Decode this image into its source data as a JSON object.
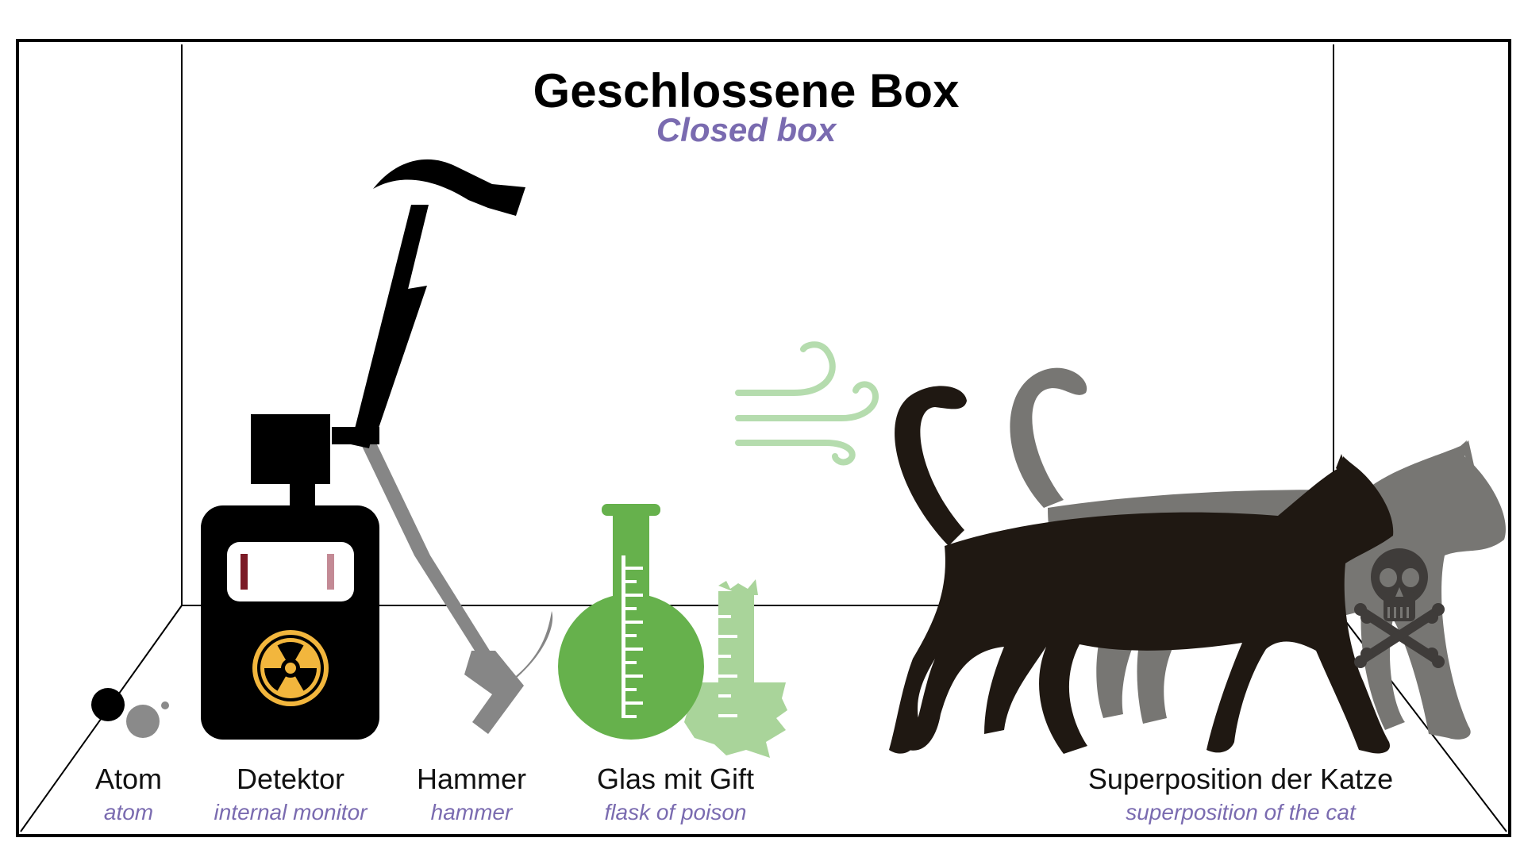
{
  "title": "Geschlossene Box",
  "subtitle": "Closed box",
  "items": [
    {
      "id": "atom",
      "label_de": "Atom",
      "label_en": "atom"
    },
    {
      "id": "detector",
      "label_de": "Detektor",
      "label_en": "internal monitor"
    },
    {
      "id": "hammer",
      "label_de": "Hammer",
      "label_en": "hammer"
    },
    {
      "id": "flask",
      "label_de": "Glas mit Gift",
      "label_en": "flask of poison"
    },
    {
      "id": "cat",
      "label_de": "Superposition der Katze",
      "label_en": "superposition of the cat"
    }
  ],
  "icons": [
    "atom-icon",
    "detector-icon",
    "radiation-icon",
    "hammer-icon",
    "flask-icon",
    "broken-flask-icon",
    "gas-icon",
    "cat-icon",
    "ghost-cat-icon",
    "skull-crossbones-icon"
  ],
  "colors": {
    "accent_purple": "#7a6bb0",
    "green": "#66b14c",
    "light_green": "#a9d49a",
    "gas": "#b5dcae",
    "radiation_yellow": "#f2b63d",
    "detector_black": "#000000",
    "ghost_gray": "#777673",
    "cat_black": "#1f1812",
    "tick_red": "#7b1a26",
    "tick_pink": "#c38a95"
  }
}
